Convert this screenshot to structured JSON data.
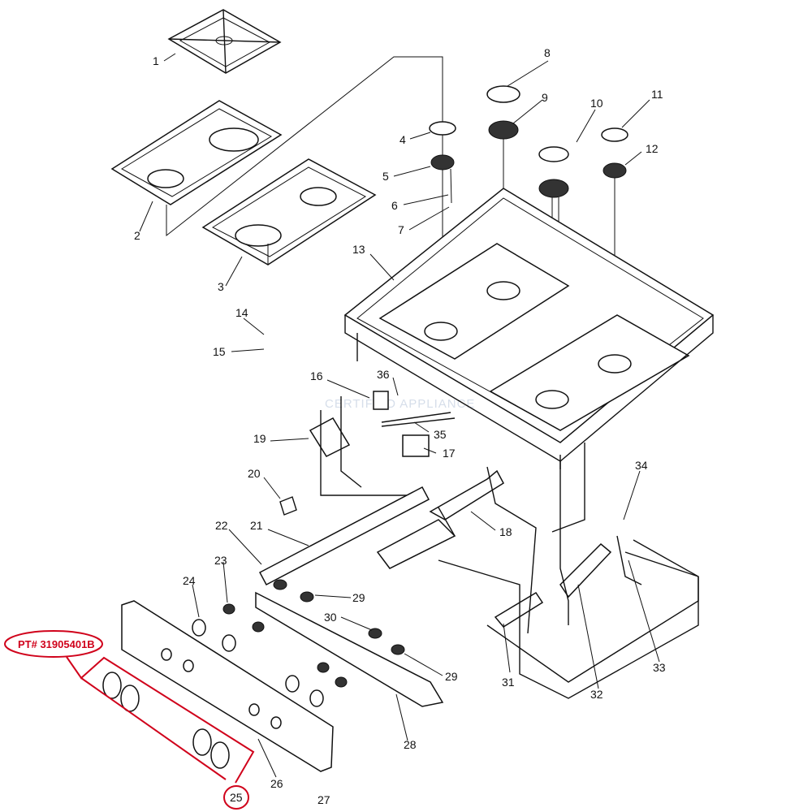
{
  "diagram": {
    "watermark": "CERTIFIED APPLIANCE",
    "part_callout": {
      "text": "PT# 31905401B",
      "label": "25",
      "color": "#d0021b"
    },
    "labels": [
      "1",
      "2",
      "3",
      "4",
      "5",
      "6",
      "7",
      "8",
      "9",
      "10",
      "11",
      "12",
      "13",
      "14",
      "15",
      "16",
      "17",
      "18",
      "19",
      "20",
      "21",
      "22",
      "23",
      "24",
      "26",
      "27",
      "28",
      "29",
      "29",
      "30",
      "31",
      "32",
      "33",
      "34",
      "35",
      "36"
    ]
  }
}
